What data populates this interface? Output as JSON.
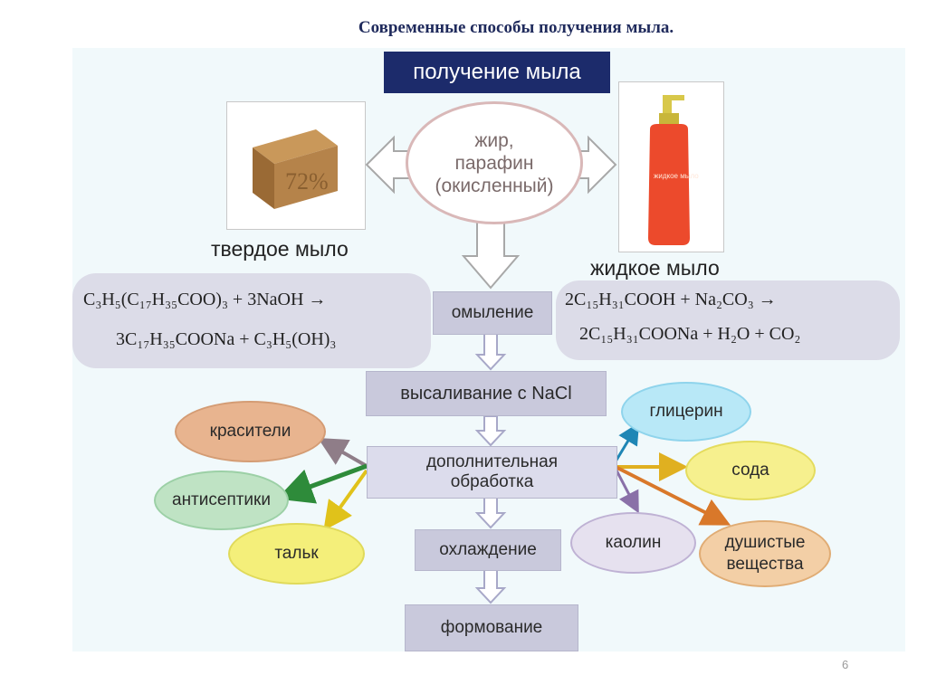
{
  "slide": {
    "title": "Современные способы получения мыла.",
    "page_number": "6"
  },
  "header": {
    "label": "получение мыла"
  },
  "center": {
    "line1": "жир,",
    "line2": "парафин",
    "line3": "(окисленный)"
  },
  "products": {
    "solid": {
      "label": "твердое мыло",
      "bar_mark": "72%"
    },
    "liquid": {
      "label": "жидкое мыло",
      "bottle_mark": "жидкое мыло"
    }
  },
  "equations": {
    "solid": {
      "line1": "C₃H₅(C₁₇H₃₅COO)₃ + 3NaOH →",
      "line2": "3C₁₇H₃₅COONa + C₃H₅(OH)₃"
    },
    "liquid": {
      "line1": "2C₁₅H₃₁COOH + Na₂CO₃ →",
      "line2": "2C₁₅H₃₁COONa + H₂O + CO₂"
    }
  },
  "steps": {
    "saponification": "омыление",
    "salting": "высаливание с NaCl",
    "processing_line1": "дополнительная",
    "processing_line2": "обработка",
    "cooling": "охлаждение",
    "forming": "формование"
  },
  "additives": {
    "dyes": "красители",
    "antiseptics": "антисептики",
    "talc": "тальк",
    "glycerin": "глицерин",
    "soda": "сода",
    "kaolin": "каолин",
    "fragrance_line1": "душистые",
    "fragrance_line2": "вещества"
  },
  "colors": {
    "header_bg": "#1c2b6b",
    "step_bg": "#c9c9dc",
    "dyes": "#e8b48f",
    "antiseptics": "#bfe3c4",
    "talc": "#f4ef7a",
    "glycerin": "#b8e8f7",
    "soda": "#f6f08e",
    "kaolin": "#e6e1ef",
    "fragrance": "#f3cfa6"
  }
}
